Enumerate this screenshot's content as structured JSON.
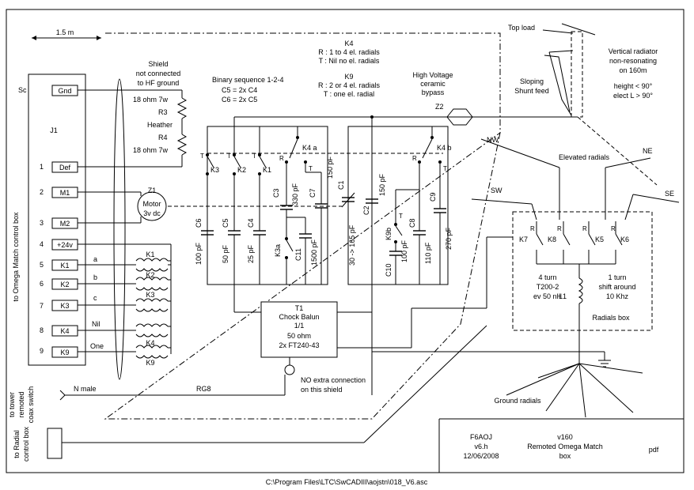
{
  "connector": {
    "sc_label": "Sc",
    "j1_label": "J1",
    "control_box_label": "to Omega Match control box",
    "pins": [
      {
        "num": "",
        "label": "Gnd"
      },
      {
        "num": "1",
        "label": "Def"
      },
      {
        "num": "2",
        "label": "M1"
      },
      {
        "num": "3",
        "label": "M2"
      },
      {
        "num": "4",
        "label": "+24v"
      },
      {
        "num": "5",
        "label": "K1"
      },
      {
        "num": "6",
        "label": "K2"
      },
      {
        "num": "7",
        "label": "K3"
      },
      {
        "num": "8",
        "label": "K4"
      },
      {
        "num": "9",
        "label": "K9"
      }
    ],
    "line_letters": [
      "a",
      "b",
      "c",
      "Nil",
      "One"
    ]
  },
  "cable": {
    "length": "1.5 m",
    "shield_note": [
      "Shield",
      "not connected",
      "to HF ground"
    ],
    "rg_label": "RG8",
    "n_male": "N male",
    "tower_note": [
      "to tower",
      "remoted",
      "coax switch"
    ],
    "radial_box_note": [
      "to Radial",
      "control box"
    ]
  },
  "heater": {
    "r3_label": "R3",
    "r4_label": "R4",
    "r3_value": "18 ohm 7w",
    "r4_value": "18 ohm 7w",
    "label": "Heather"
  },
  "motor": {
    "label": "Z1",
    "line1": "Motor",
    "line2": "3v dc"
  },
  "relay_chokes": [
    "K1",
    "K2",
    "K3",
    "K4",
    "K9"
  ],
  "binary": {
    "title": "Binary sequence 1-2-4",
    "line1": "C5 = 2x C4",
    "line2": "C6 = 2x C5"
  },
  "k4_note": {
    "title": "K4",
    "r": "R : 1 to 4 el. radials",
    "t": "T : Nil  no el. radials"
  },
  "k9_note": {
    "title": "K9",
    "r": "R : 2 or 4 el. radials",
    "t": "T : one el. radial"
  },
  "hv_note": [
    "High Voltage",
    "ceramic",
    "bypass"
  ],
  "z2_label": "Z2",
  "relays": {
    "k1": "K1",
    "k2": "K2",
    "k3": "K3",
    "k4a": "K4 a",
    "k4b": "K4 b",
    "k3a": "K3a",
    "k9b": "K9b",
    "t": "T",
    "r": "R"
  },
  "caps": {
    "c6": {
      "name": "C6",
      "value": "100 pF"
    },
    "c5": {
      "name": "C5",
      "value": "50 pF"
    },
    "c4": {
      "name": "C4",
      "value": "25 pF"
    },
    "c3": {
      "name": "C3",
      "value": "330 pF"
    },
    "c7": {
      "name": "C7",
      "value": "150 pF"
    },
    "c11": {
      "name": "C11",
      "value": "1500 pF"
    },
    "c1": {
      "name": "C1",
      "value": "30 -> 165 pF"
    },
    "c2": {
      "name": "C2",
      "value": "150 pF"
    },
    "c10": {
      "name": "C10",
      "value": "100 pF"
    },
    "c8": {
      "name": "C8",
      "value": "110 pF"
    },
    "c9": {
      "name": "C9",
      "value": "270 pF"
    }
  },
  "balun": [
    "T1",
    "Chock Balun",
    "1/1",
    "50 ohm",
    "2x FT240-43"
  ],
  "no_extra": [
    "NO extra connection",
    "on this shield"
  ],
  "antenna": {
    "top_load": "Top load",
    "vertical": [
      "Vertical radiator",
      "non-resonating",
      "on 160m"
    ],
    "height": [
      "height < 90°",
      "elect L > 90°"
    ],
    "sloping": [
      "Sloping",
      "Shunt feed"
    ]
  },
  "radials": {
    "nw": "NW",
    "ne": "NE",
    "sw": "SW",
    "se": "SE",
    "elevated": "Elevated radials",
    "relays": [
      "K7",
      "K8",
      "K5",
      "K6"
    ],
    "l1": "L1",
    "l1_spec": [
      "4 turn",
      "T200-2",
      "ev 50 nH"
    ],
    "l1_shift": [
      "1 turn",
      "shift around",
      "10 Khz"
    ],
    "box_label": "Radials box",
    "ground": "Ground radials"
  },
  "title_block": {
    "author": "F6AOJ",
    "version": "v6.h",
    "date": "12/06/2008",
    "doc": "v160",
    "title1": "Remoted Omega Match",
    "title2": "box",
    "format": "pdf"
  },
  "footer": "C:\\Program Files\\LTC\\SwCADIII\\aojstn\\018_V6.asc"
}
